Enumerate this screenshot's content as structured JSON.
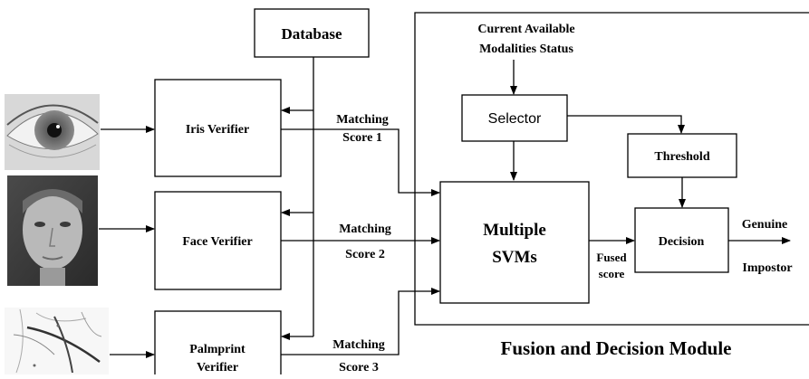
{
  "inputs": {
    "eye_image": "eye-photo",
    "face_image": "face-photo",
    "palm_image": "palmprint-image"
  },
  "database": {
    "label": "Database"
  },
  "verifiers": {
    "iris": "Iris Verifier",
    "face": "Face Verifier",
    "palm_line1": "Palmprint",
    "palm_line2": "Verifier"
  },
  "scores": {
    "s1_line1": "Matching",
    "s1_line2": "Score 1",
    "s2_line1": "Matching",
    "s2_line2": "Score 2",
    "s3_line1": "Matching",
    "s3_line2": "Score 3"
  },
  "module": {
    "status_line1": "Current Available",
    "status_line2": "Modalities Status",
    "selector": "Selector",
    "threshold": "Threshold",
    "svm_line1": "Multiple",
    "svm_line2": "SVMs",
    "fused_line1": "Fused",
    "fused_line2": "score",
    "decision": "Decision",
    "genuine": "Genuine",
    "impostor": "Impostor",
    "title": "Fusion and Decision Module"
  }
}
